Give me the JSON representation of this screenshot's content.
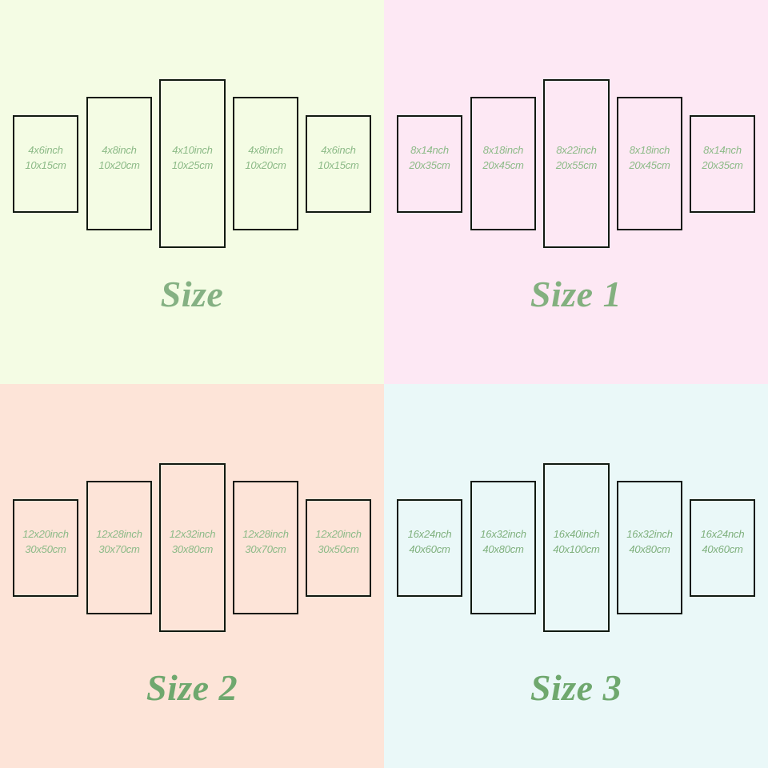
{
  "meta": {
    "background": "#ffffff",
    "frame_border_color": "#111a11",
    "label_color": "#8cba87",
    "heading_color": "#7fab7c"
  },
  "quadrants": [
    {
      "key": "size",
      "heading": "Size",
      "background": "#f4fce4",
      "panels": [
        {
          "inch": "4x6inch",
          "cm": "10x15cm"
        },
        {
          "inch": "4x8inch",
          "cm": "10x20cm"
        },
        {
          "inch": "4x10inch",
          "cm": "10x25cm"
        },
        {
          "inch": "4x8inch",
          "cm": "10x20cm"
        },
        {
          "inch": "4x6inch",
          "cm": "10x15cm"
        }
      ]
    },
    {
      "key": "size-1",
      "heading": "Size 1",
      "background": "#fde8f4",
      "panels": [
        {
          "inch": "8x14nch",
          "cm": "20x35cm"
        },
        {
          "inch": "8x18inch",
          "cm": "20x45cm"
        },
        {
          "inch": "8x22inch",
          "cm": "20x55cm"
        },
        {
          "inch": "8x18inch",
          "cm": "20x45cm"
        },
        {
          "inch": "8x14nch",
          "cm": "20x35cm"
        }
      ]
    },
    {
      "key": "size-2",
      "heading": "Size 2",
      "background": "#fde4d8",
      "panels": [
        {
          "inch": "12x20inch",
          "cm": "30x50cm"
        },
        {
          "inch": "12x28inch",
          "cm": "30x70cm"
        },
        {
          "inch": "12x32inch",
          "cm": "30x80cm"
        },
        {
          "inch": "12x28inch",
          "cm": "30x70cm"
        },
        {
          "inch": "12x20inch",
          "cm": "30x50cm"
        }
      ]
    },
    {
      "key": "size-3",
      "heading": "Size 3",
      "background": "#eaf8f8",
      "panels": [
        {
          "inch": "16x24nch",
          "cm": "40x60cm"
        },
        {
          "inch": "16x32inch",
          "cm": "40x80cm"
        },
        {
          "inch": "16x40inch",
          "cm": "40x100cm"
        },
        {
          "inch": "16x32inch",
          "cm": "40x80cm"
        },
        {
          "inch": "16x24nch",
          "cm": "40x60cm"
        }
      ]
    }
  ]
}
